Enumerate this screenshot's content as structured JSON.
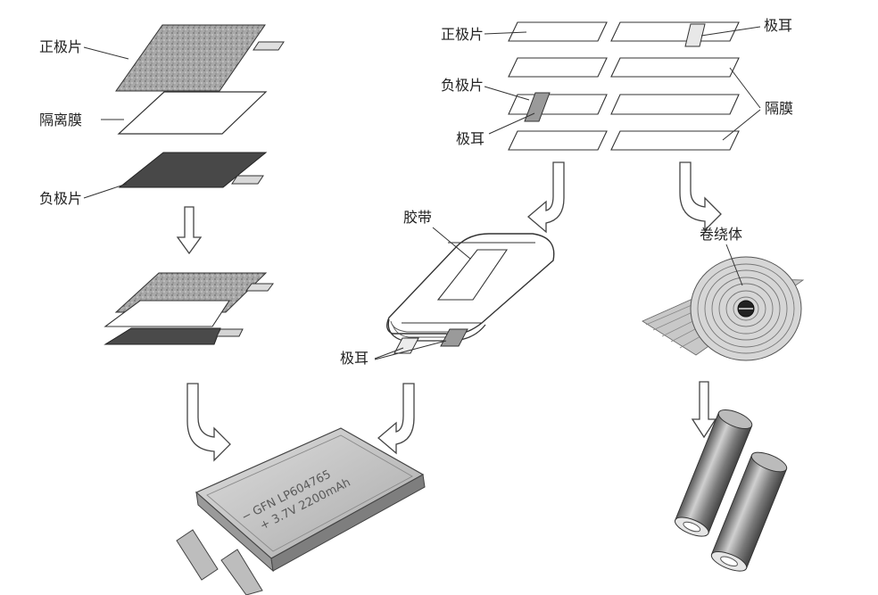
{
  "stack_labels": {
    "positive": "正极片",
    "separator": "隔离膜",
    "negative": "负极片"
  },
  "wind_labels": {
    "positive": "正极片",
    "tab_top": "极耳",
    "negative": "负极片",
    "separator": "隔膜",
    "tab_side": "极耳"
  },
  "flat_roll": {
    "tape": "胶带",
    "tabs": "极耳"
  },
  "jelly_roll": {
    "label": "卷绕体"
  },
  "pouch_cell": {
    "marking_line1": "GFN  LP604765",
    "marking_line2": "+ 3.7V 2200mAh",
    "minus_sign": "−"
  },
  "colors": {
    "ink": "#2a2a2a",
    "positive_fill": "#9a9a9a",
    "negative_fill": "#4a4a4a",
    "cell_body": "#c9c9c9"
  }
}
